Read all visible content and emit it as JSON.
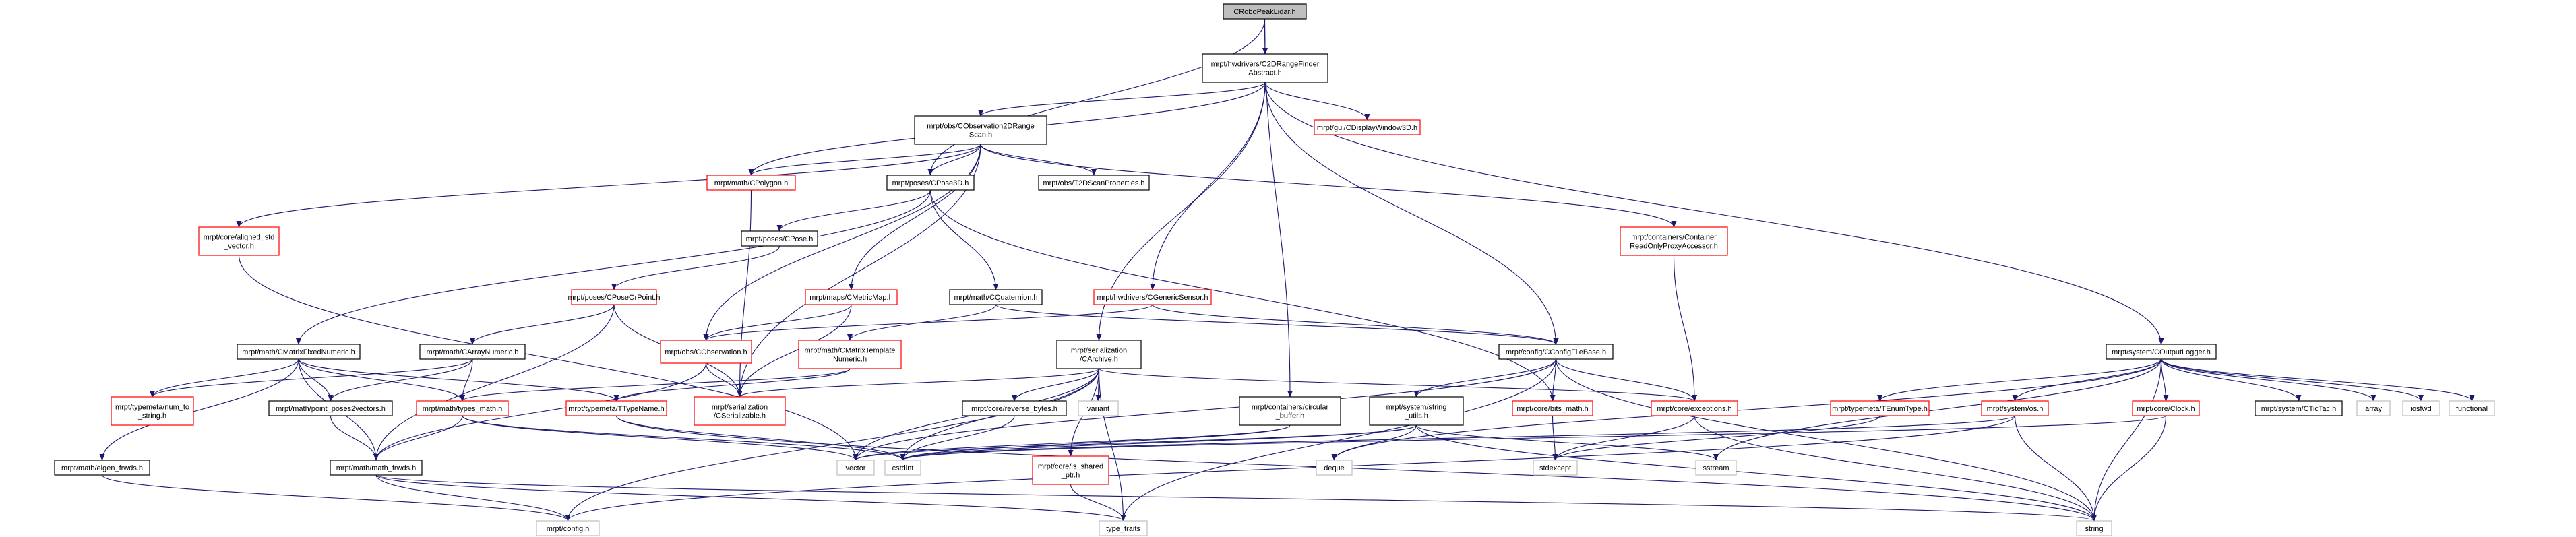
{
  "colors": {
    "edge": "#191970",
    "node_border_black": "#000000",
    "node_border_red": "#ff0000",
    "root_fill": "#bfbfbf",
    "node_fill": "#ffffff",
    "leaf_border": "#bfbfbf"
  },
  "nodes": [
    {
      "id": "root",
      "lines": [
        "CRoboPeakLidar.h"
      ],
      "style": "root"
    },
    {
      "id": "c2d",
      "lines": [
        "mrpt/hwdrivers/C2DRangeFinder",
        "Abstract.h"
      ],
      "style": "black"
    },
    {
      "id": "cobs2d",
      "lines": [
        "mrpt/obs/CObservation2DRange",
        "Scan.h"
      ],
      "style": "black"
    },
    {
      "id": "cdisplay",
      "lines": [
        "mrpt/gui/CDisplayWindow3D.h"
      ],
      "style": "red"
    },
    {
      "id": "cpolygon",
      "lines": [
        "mrpt/math/CPolygon.h"
      ],
      "style": "red"
    },
    {
      "id": "cpose3d",
      "lines": [
        "mrpt/poses/CPose3D.h"
      ],
      "style": "black"
    },
    {
      "id": "t2dscan",
      "lines": [
        "mrpt/obs/T2DScanProperties.h"
      ],
      "style": "black"
    },
    {
      "id": "aligned",
      "lines": [
        "mrpt/core/aligned_std",
        "_vector.h"
      ],
      "style": "red"
    },
    {
      "id": "cpose",
      "lines": [
        "mrpt/poses/CPose.h"
      ],
      "style": "black"
    },
    {
      "id": "containerro",
      "lines": [
        "mrpt/containers/Container",
        "ReadOnlyProxyAccessor.h"
      ],
      "style": "red"
    },
    {
      "id": "cposeorpoint",
      "lines": [
        "mrpt/poses/CPoseOrPoint.h"
      ],
      "style": "red"
    },
    {
      "id": "cmetricmap",
      "lines": [
        "mrpt/maps/CMetricMap.h"
      ],
      "style": "red"
    },
    {
      "id": "cquat",
      "lines": [
        "mrpt/math/CQuaternion.h"
      ],
      "style": "black"
    },
    {
      "id": "cgeneric",
      "lines": [
        "mrpt/hwdrivers/CGenericSensor.h"
      ],
      "style": "red"
    },
    {
      "id": "cmfixed",
      "lines": [
        "mrpt/math/CMatrixFixedNumeric.h"
      ],
      "style": "black"
    },
    {
      "id": "carray",
      "lines": [
        "mrpt/math/CArrayNumeric.h"
      ],
      "style": "black"
    },
    {
      "id": "cobservation",
      "lines": [
        "mrpt/obs/CObservation.h"
      ],
      "style": "red"
    },
    {
      "id": "cmtemplate",
      "lines": [
        "mrpt/math/CMatrixTemplate",
        "Numeric.h"
      ],
      "style": "red"
    },
    {
      "id": "carchive",
      "lines": [
        "mrpt/serialization",
        "/CArchive.h"
      ],
      "style": "black"
    },
    {
      "id": "cconfig",
      "lines": [
        "mrpt/config/CConfigFileBase.h"
      ],
      "style": "black"
    },
    {
      "id": "coutput",
      "lines": [
        "mrpt/system/COutputLogger.h"
      ],
      "style": "black"
    },
    {
      "id": "numto",
      "lines": [
        "mrpt/typemeta/num_to",
        "_string.h"
      ],
      "style": "red"
    },
    {
      "id": "pointposes",
      "lines": [
        "mrpt/math/point_poses2vectors.h"
      ],
      "style": "black"
    },
    {
      "id": "typesmath",
      "lines": [
        "mrpt/math/types_math.h"
      ],
      "style": "red"
    },
    {
      "id": "ttypename",
      "lines": [
        "mrpt/typemeta/TTypeName.h"
      ],
      "style": "red"
    },
    {
      "id": "cserial",
      "lines": [
        "mrpt/serialization",
        "/CSerializable.h"
      ],
      "style": "red"
    },
    {
      "id": "revbytes",
      "lines": [
        "mrpt/core/reverse_bytes.h"
      ],
      "style": "black"
    },
    {
      "id": "variant",
      "lines": [
        "variant"
      ],
      "style": "leaf"
    },
    {
      "id": "circbuf",
      "lines": [
        "mrpt/containers/circular",
        "_buffer.h"
      ],
      "style": "black"
    },
    {
      "id": "strutils",
      "lines": [
        "mrpt/system/string",
        "_utils.h"
      ],
      "style": "black"
    },
    {
      "id": "bitsmath",
      "lines": [
        "mrpt/core/bits_math.h"
      ],
      "style": "red"
    },
    {
      "id": "exceptions",
      "lines": [
        "mrpt/core/exceptions.h"
      ],
      "style": "red"
    },
    {
      "id": "tenumtype",
      "lines": [
        "mrpt/typemeta/TEnumType.h"
      ],
      "style": "red"
    },
    {
      "id": "sysos",
      "lines": [
        "mrpt/system/os.h"
      ],
      "style": "red"
    },
    {
      "id": "clock",
      "lines": [
        "mrpt/core/Clock.h"
      ],
      "style": "red"
    },
    {
      "id": "ctictac",
      "lines": [
        "mrpt/system/CTicTac.h"
      ],
      "style": "black"
    },
    {
      "id": "array",
      "lines": [
        "array"
      ],
      "style": "leaf"
    },
    {
      "id": "iosfwd",
      "lines": [
        "iosfwd"
      ],
      "style": "leaf"
    },
    {
      "id": "functional",
      "lines": [
        "functional"
      ],
      "style": "leaf"
    },
    {
      "id": "eigenfwds",
      "lines": [
        "mrpt/math/eigen_frwds.h"
      ],
      "style": "black"
    },
    {
      "id": "mathfwds",
      "lines": [
        "mrpt/math/math_frwds.h"
      ],
      "style": "black"
    },
    {
      "id": "vector",
      "lines": [
        "vector"
      ],
      "style": "leaf"
    },
    {
      "id": "cstdint",
      "lines": [
        "cstdint"
      ],
      "style": "leaf"
    },
    {
      "id": "isshared",
      "lines": [
        "mrpt/core/is_shared",
        "_ptr.h"
      ],
      "style": "red"
    },
    {
      "id": "deque",
      "lines": [
        "deque"
      ],
      "style": "leaf"
    },
    {
      "id": "stdexcept",
      "lines": [
        "stdexcept"
      ],
      "style": "leaf"
    },
    {
      "id": "sstream",
      "lines": [
        "sstream"
      ],
      "style": "leaf"
    },
    {
      "id": "mrptconfig",
      "lines": [
        "mrpt/config.h"
      ],
      "style": "leaf"
    },
    {
      "id": "typetraits",
      "lines": [
        "type_traits"
      ],
      "style": "leaf"
    },
    {
      "id": "string",
      "lines": [
        "string"
      ],
      "style": "leaf"
    }
  ],
  "edges": [
    [
      "root",
      "c2d"
    ],
    [
      "root",
      "cpose3d"
    ],
    [
      "root",
      "circbuf"
    ],
    [
      "c2d",
      "cobs2d"
    ],
    [
      "c2d",
      "cdisplay"
    ],
    [
      "c2d",
      "cpolygon"
    ],
    [
      "c2d",
      "cgeneric"
    ],
    [
      "c2d",
      "carchive"
    ],
    [
      "c2d",
      "cconfig"
    ],
    [
      "c2d",
      "coutput"
    ],
    [
      "cobs2d",
      "cpolygon"
    ],
    [
      "cobs2d",
      "cpose3d"
    ],
    [
      "cobs2d",
      "t2dscan"
    ],
    [
      "cobs2d",
      "aligned"
    ],
    [
      "cobs2d",
      "containerro"
    ],
    [
      "cobs2d",
      "cmetricmap"
    ],
    [
      "cobs2d",
      "cobservation"
    ],
    [
      "cobs2d",
      "cserial"
    ],
    [
      "cpolygon",
      "cserial"
    ],
    [
      "cpose3d",
      "cpose"
    ],
    [
      "cpose3d",
      "cquat"
    ],
    [
      "cpose3d",
      "cmfixed"
    ],
    [
      "cpose3d",
      "bitsmath"
    ],
    [
      "cpose",
      "cposeorpoint"
    ],
    [
      "cposeorpoint",
      "carray"
    ],
    [
      "cposeorpoint",
      "cserial"
    ],
    [
      "cposeorpoint",
      "mathfwds"
    ],
    [
      "aligned",
      "vector"
    ],
    [
      "containerro",
      "exceptions"
    ],
    [
      "cmetricmap",
      "cobservation"
    ],
    [
      "cmetricmap",
      "cserial"
    ],
    [
      "cquat",
      "cmtemplate"
    ],
    [
      "cquat",
      "cconfig"
    ],
    [
      "cgeneric",
      "cobservation"
    ],
    [
      "cgeneric",
      "cconfig"
    ],
    [
      "cmfixed",
      "numto"
    ],
    [
      "cmfixed",
      "pointposes"
    ],
    [
      "cmfixed",
      "typesmath"
    ],
    [
      "cmfixed",
      "ttypename"
    ],
    [
      "cmfixed",
      "eigenfwds"
    ],
    [
      "cmfixed",
      "mathfwds"
    ],
    [
      "carray",
      "numto"
    ],
    [
      "carray",
      "pointposes"
    ],
    [
      "carray",
      "typesmath"
    ],
    [
      "cobservation",
      "cserial"
    ],
    [
      "cobservation",
      "mathfwds"
    ],
    [
      "cmtemplate",
      "ttypename"
    ],
    [
      "cmtemplate",
      "typesmath"
    ],
    [
      "carchive",
      "cserial"
    ],
    [
      "carchive",
      "revbytes"
    ],
    [
      "carchive",
      "variant"
    ],
    [
      "carchive",
      "isshared"
    ],
    [
      "carchive",
      "exceptions"
    ],
    [
      "carchive",
      "vector"
    ],
    [
      "carchive",
      "cstdint"
    ],
    [
      "carchive",
      "typetraits"
    ],
    [
      "carchive",
      "mrptconfig"
    ],
    [
      "cconfig",
      "strutils"
    ],
    [
      "cconfig",
      "bitsmath"
    ],
    [
      "cconfig",
      "exceptions"
    ],
    [
      "cconfig",
      "typetraits"
    ],
    [
      "cconfig",
      "string"
    ],
    [
      "cconfig",
      "vector"
    ],
    [
      "coutput",
      "clock"
    ],
    [
      "coutput",
      "sysos"
    ],
    [
      "coutput",
      "tenumtype"
    ],
    [
      "coutput",
      "ctictac"
    ],
    [
      "coutput",
      "array"
    ],
    [
      "coutput",
      "iosfwd"
    ],
    [
      "coutput",
      "functional"
    ],
    [
      "coutput",
      "string"
    ],
    [
      "coutput",
      "deque"
    ],
    [
      "coutput",
      "sstream"
    ],
    [
      "pointposes",
      "mathfwds"
    ],
    [
      "typesmath",
      "mathfwds"
    ],
    [
      "typesmath",
      "vector"
    ],
    [
      "typesmath",
      "cstdint"
    ],
    [
      "ttypename",
      "cstdint"
    ],
    [
      "ttypename",
      "string"
    ],
    [
      "revbytes",
      "cstdint"
    ],
    [
      "circbuf",
      "vector"
    ],
    [
      "circbuf",
      "cstdint"
    ],
    [
      "strutils",
      "deque"
    ],
    [
      "strutils",
      "vector"
    ],
    [
      "strutils",
      "sstream"
    ],
    [
      "strutils",
      "string"
    ],
    [
      "strutils",
      "cstdint"
    ],
    [
      "bitsmath",
      "stdexcept"
    ],
    [
      "exceptions",
      "stdexcept"
    ],
    [
      "exceptions",
      "string"
    ],
    [
      "tenumtype",
      "stdexcept"
    ],
    [
      "sysos",
      "string"
    ],
    [
      "sysos",
      "mrptconfig"
    ],
    [
      "sysos",
      "cstdint"
    ],
    [
      "clock",
      "string"
    ],
    [
      "clock",
      "cstdint"
    ],
    [
      "eigenfwds",
      "mrptconfig"
    ],
    [
      "mathfwds",
      "mrptconfig"
    ],
    [
      "mathfwds",
      "string"
    ],
    [
      "mathfwds",
      "typetraits"
    ],
    [
      "isshared",
      "typetraits"
    ]
  ]
}
